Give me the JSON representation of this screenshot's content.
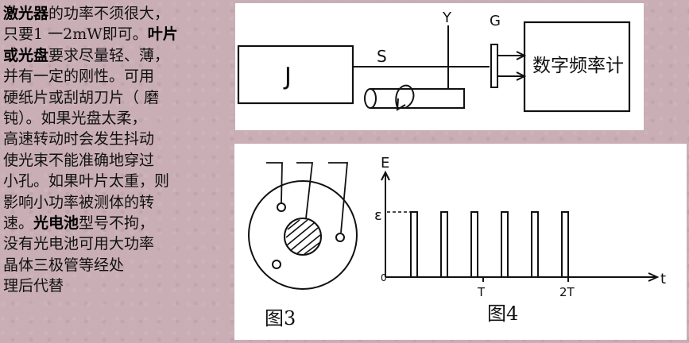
{
  "text": {
    "segments": [
      {
        "t": "激光器",
        "bold": true
      },
      {
        "t": "的功率不须很大，\n只要1 一2mW即可。",
        "bold": false
      },
      {
        "t": "叶片\n或光盘",
        "bold": true
      },
      {
        "t": "要求尽量轻、薄，\n并有一定的刚性。可用\n硬纸片或刮胡刀片（ 磨\n钝）。如果光盘太柔，\n高速转动时会发生抖动\n使光束不能准确地穿过\n小孔。如果叶片太重，则\n影响小功率被测体的转\n速。",
        "bold": false
      },
      {
        "t": "光电池",
        "bold": true
      },
      {
        "t": "型号不拘，\n没有光电池可用大功率\n晶体三极管等经处\n理后代替",
        "bold": false
      }
    ]
  },
  "diagram_top": {
    "laser_label": "J",
    "beam_label": "S",
    "axis_label": "Y",
    "photocell_label": "G",
    "counter_label": "数字频率计"
  },
  "diagram_bottom": {
    "fig3_caption": "图3",
    "fig4_caption": "图4",
    "y_axis_label": "E",
    "x_axis_label": "t",
    "level_label": "ε",
    "origin_label": "0",
    "tick_T": "T",
    "tick_2T": "2T",
    "pulse_count": 6
  },
  "colors": {
    "page_bg": "#c9aeb6",
    "panel_bg": "#ffffff",
    "ink": "#111111"
  }
}
